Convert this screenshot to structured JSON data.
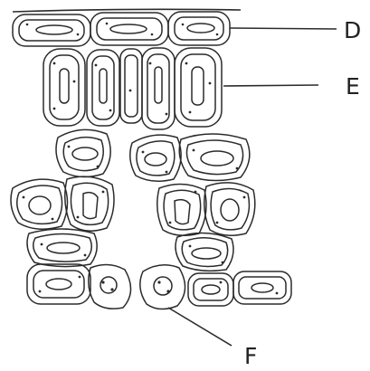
{
  "labels": {
    "d": "D",
    "e": "E",
    "f": "F"
  },
  "colors": {
    "ink": "#2b2b2b",
    "paper": "#ffffff"
  }
}
